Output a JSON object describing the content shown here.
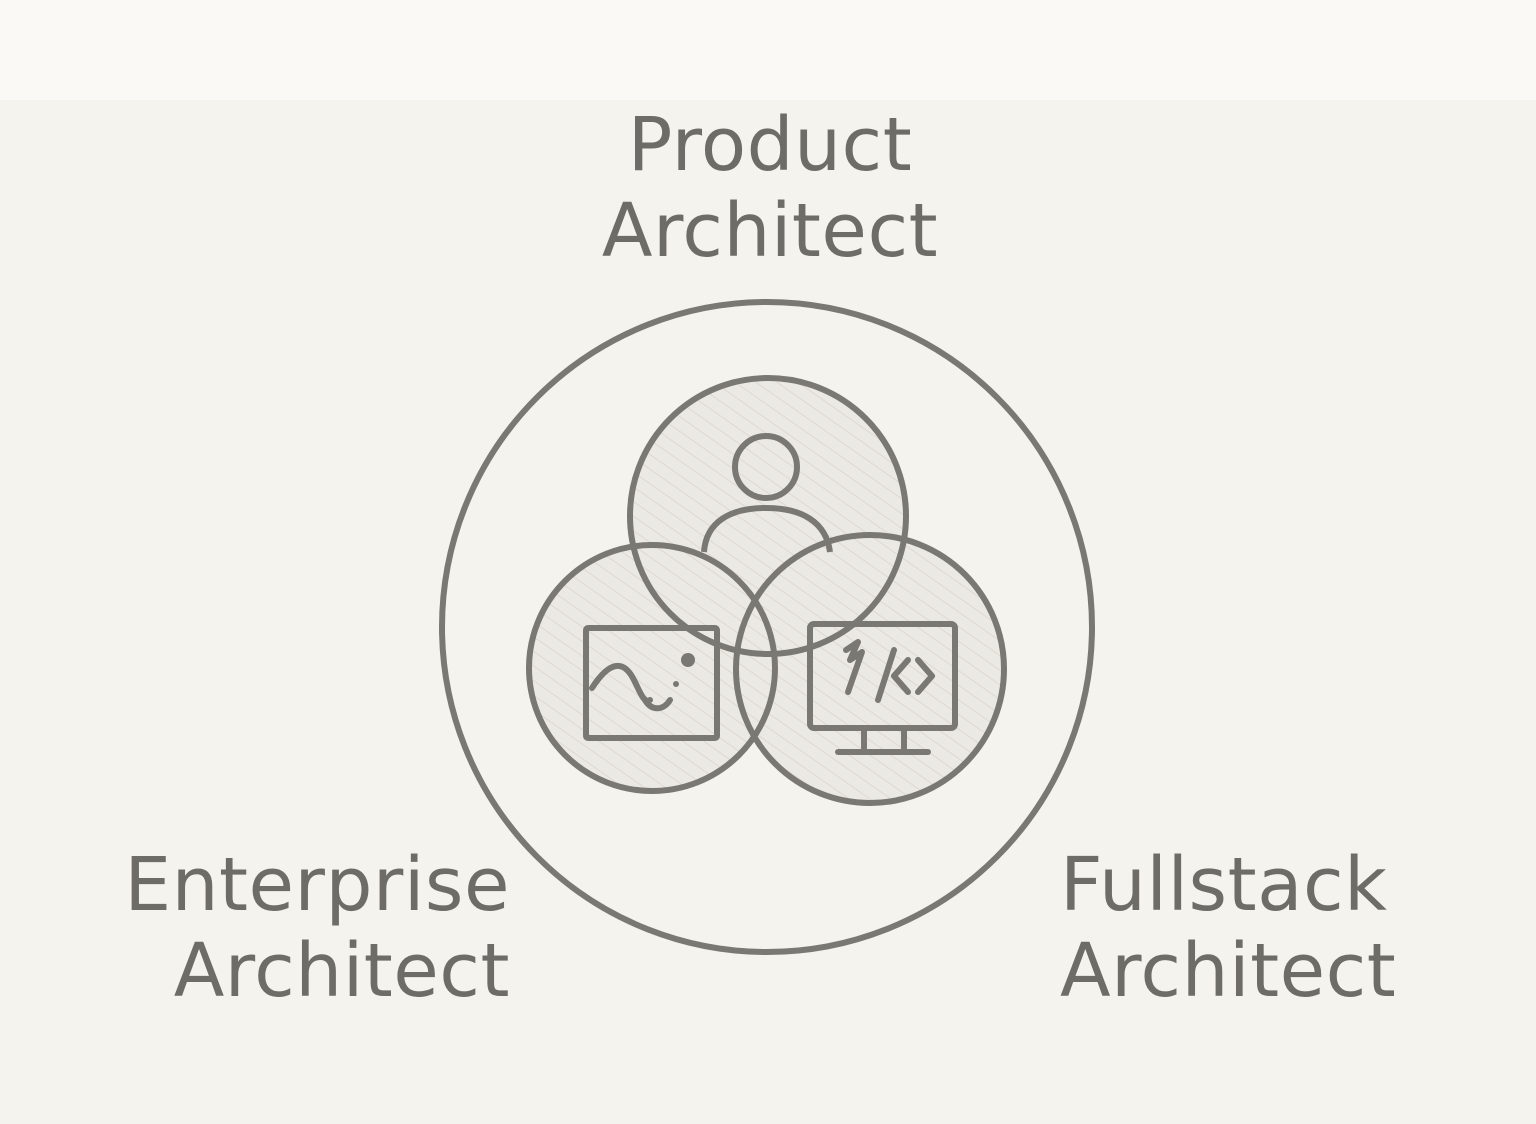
{
  "roles": {
    "product": {
      "line1": "Product",
      "line2": "Architect"
    },
    "enterprise": {
      "line1": "Enterprise",
      "line2": "Architect"
    },
    "fullstack": {
      "line1": "Fullstack",
      "line2": "Architect"
    }
  },
  "icons": {
    "top": "person-icon",
    "left": "image-frame-icon",
    "right": "code-monitor-icon"
  },
  "colors": {
    "stroke": "#7a7872",
    "text": "#6e6c66",
    "fill": "#ebe9e3",
    "background": "#f5f3ee"
  }
}
